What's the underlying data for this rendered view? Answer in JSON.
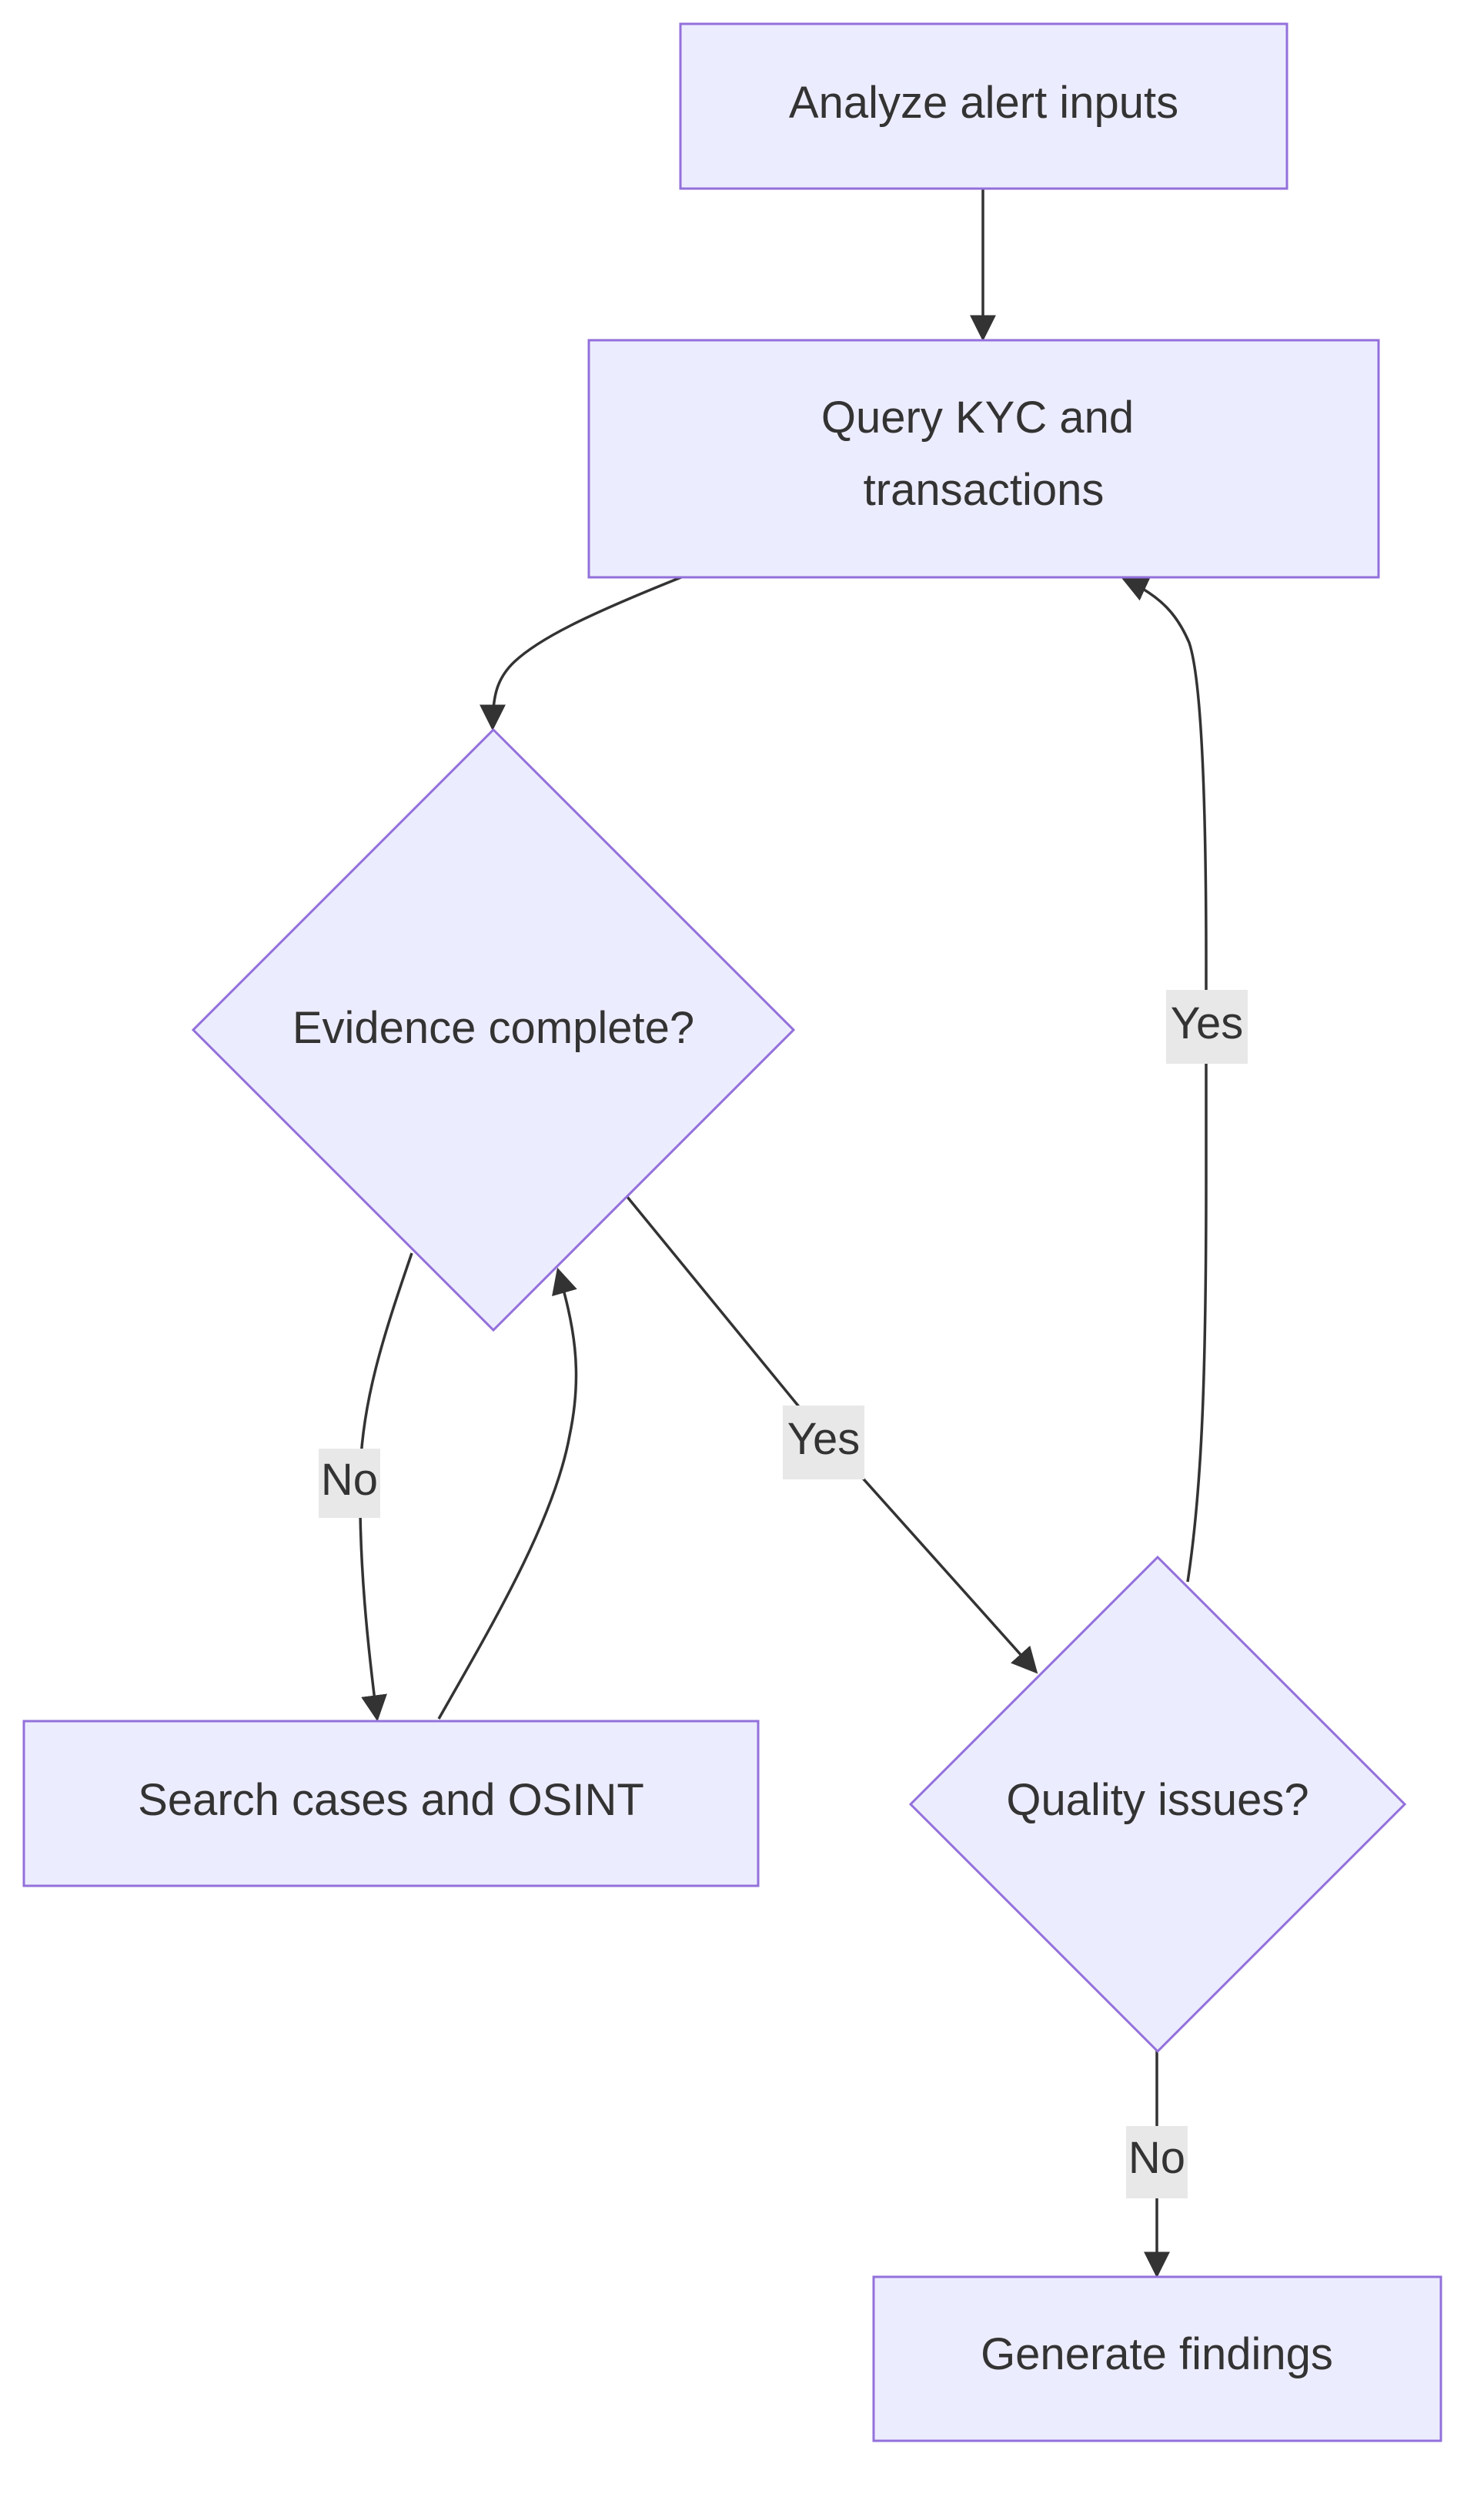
{
  "colors": {
    "node_fill": "#ECECFF",
    "node_stroke": "#9370DB",
    "edge": "#333333",
    "text": "#333333",
    "label_bg": "#e8e8e8",
    "background": "#ffffff"
  },
  "nodes": {
    "analyze": {
      "line1": "Analyze alert inputs"
    },
    "query": {
      "line1": "Query KYC and",
      "line2": "transactions"
    },
    "evidence": {
      "line1": "Evidence complete?"
    },
    "search": {
      "line1": "Search cases and OSINT"
    },
    "quality": {
      "line1": "Quality issues?"
    },
    "generate": {
      "line1": "Generate findings"
    }
  },
  "edges": {
    "evidence_no": "No",
    "evidence_yes": "Yes",
    "quality_yes": "Yes",
    "quality_no": "No"
  }
}
